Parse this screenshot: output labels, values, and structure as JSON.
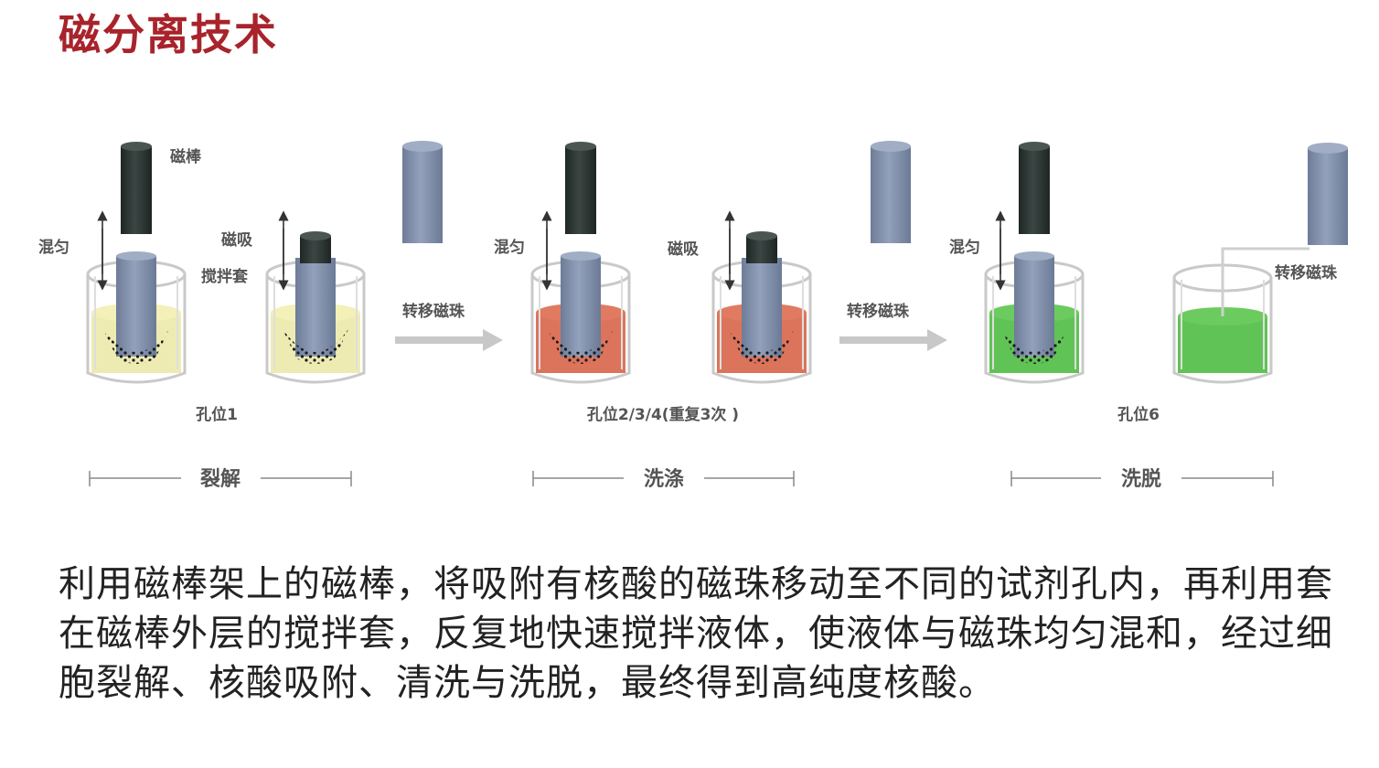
{
  "title": "磁分离技术",
  "labels": {
    "rod": "磁棒",
    "mix": "混匀",
    "adsorb": "磁吸",
    "sleeve": "搅拌套",
    "transfer": "转移磁珠"
  },
  "wells": {
    "well1": "孔位1",
    "well234": "孔位2/3/4(重复3次 )",
    "well6": "孔位6"
  },
  "stages": {
    "lysis": "裂解",
    "wash": "洗涤",
    "elute": "洗脱"
  },
  "description": "利用磁棒架上的磁棒，将吸附有核酸的磁珠移动至不同的试剂孔内，再利用套在磁棒外层的搅拌套，反复地快速搅拌液体，使液体与磁珠均匀混和，经过细胞裂解、核酸吸附、清洗与洗脱，最终得到高纯度核酸。",
  "colors": {
    "title": "#a8232b",
    "lysis_liquid": "#ebe8a4",
    "wash_liquid": "#d8654a",
    "elute_liquid": "#4fbc42",
    "rod_dark": "#2e3734",
    "sleeve": "#7e8ca8"
  }
}
